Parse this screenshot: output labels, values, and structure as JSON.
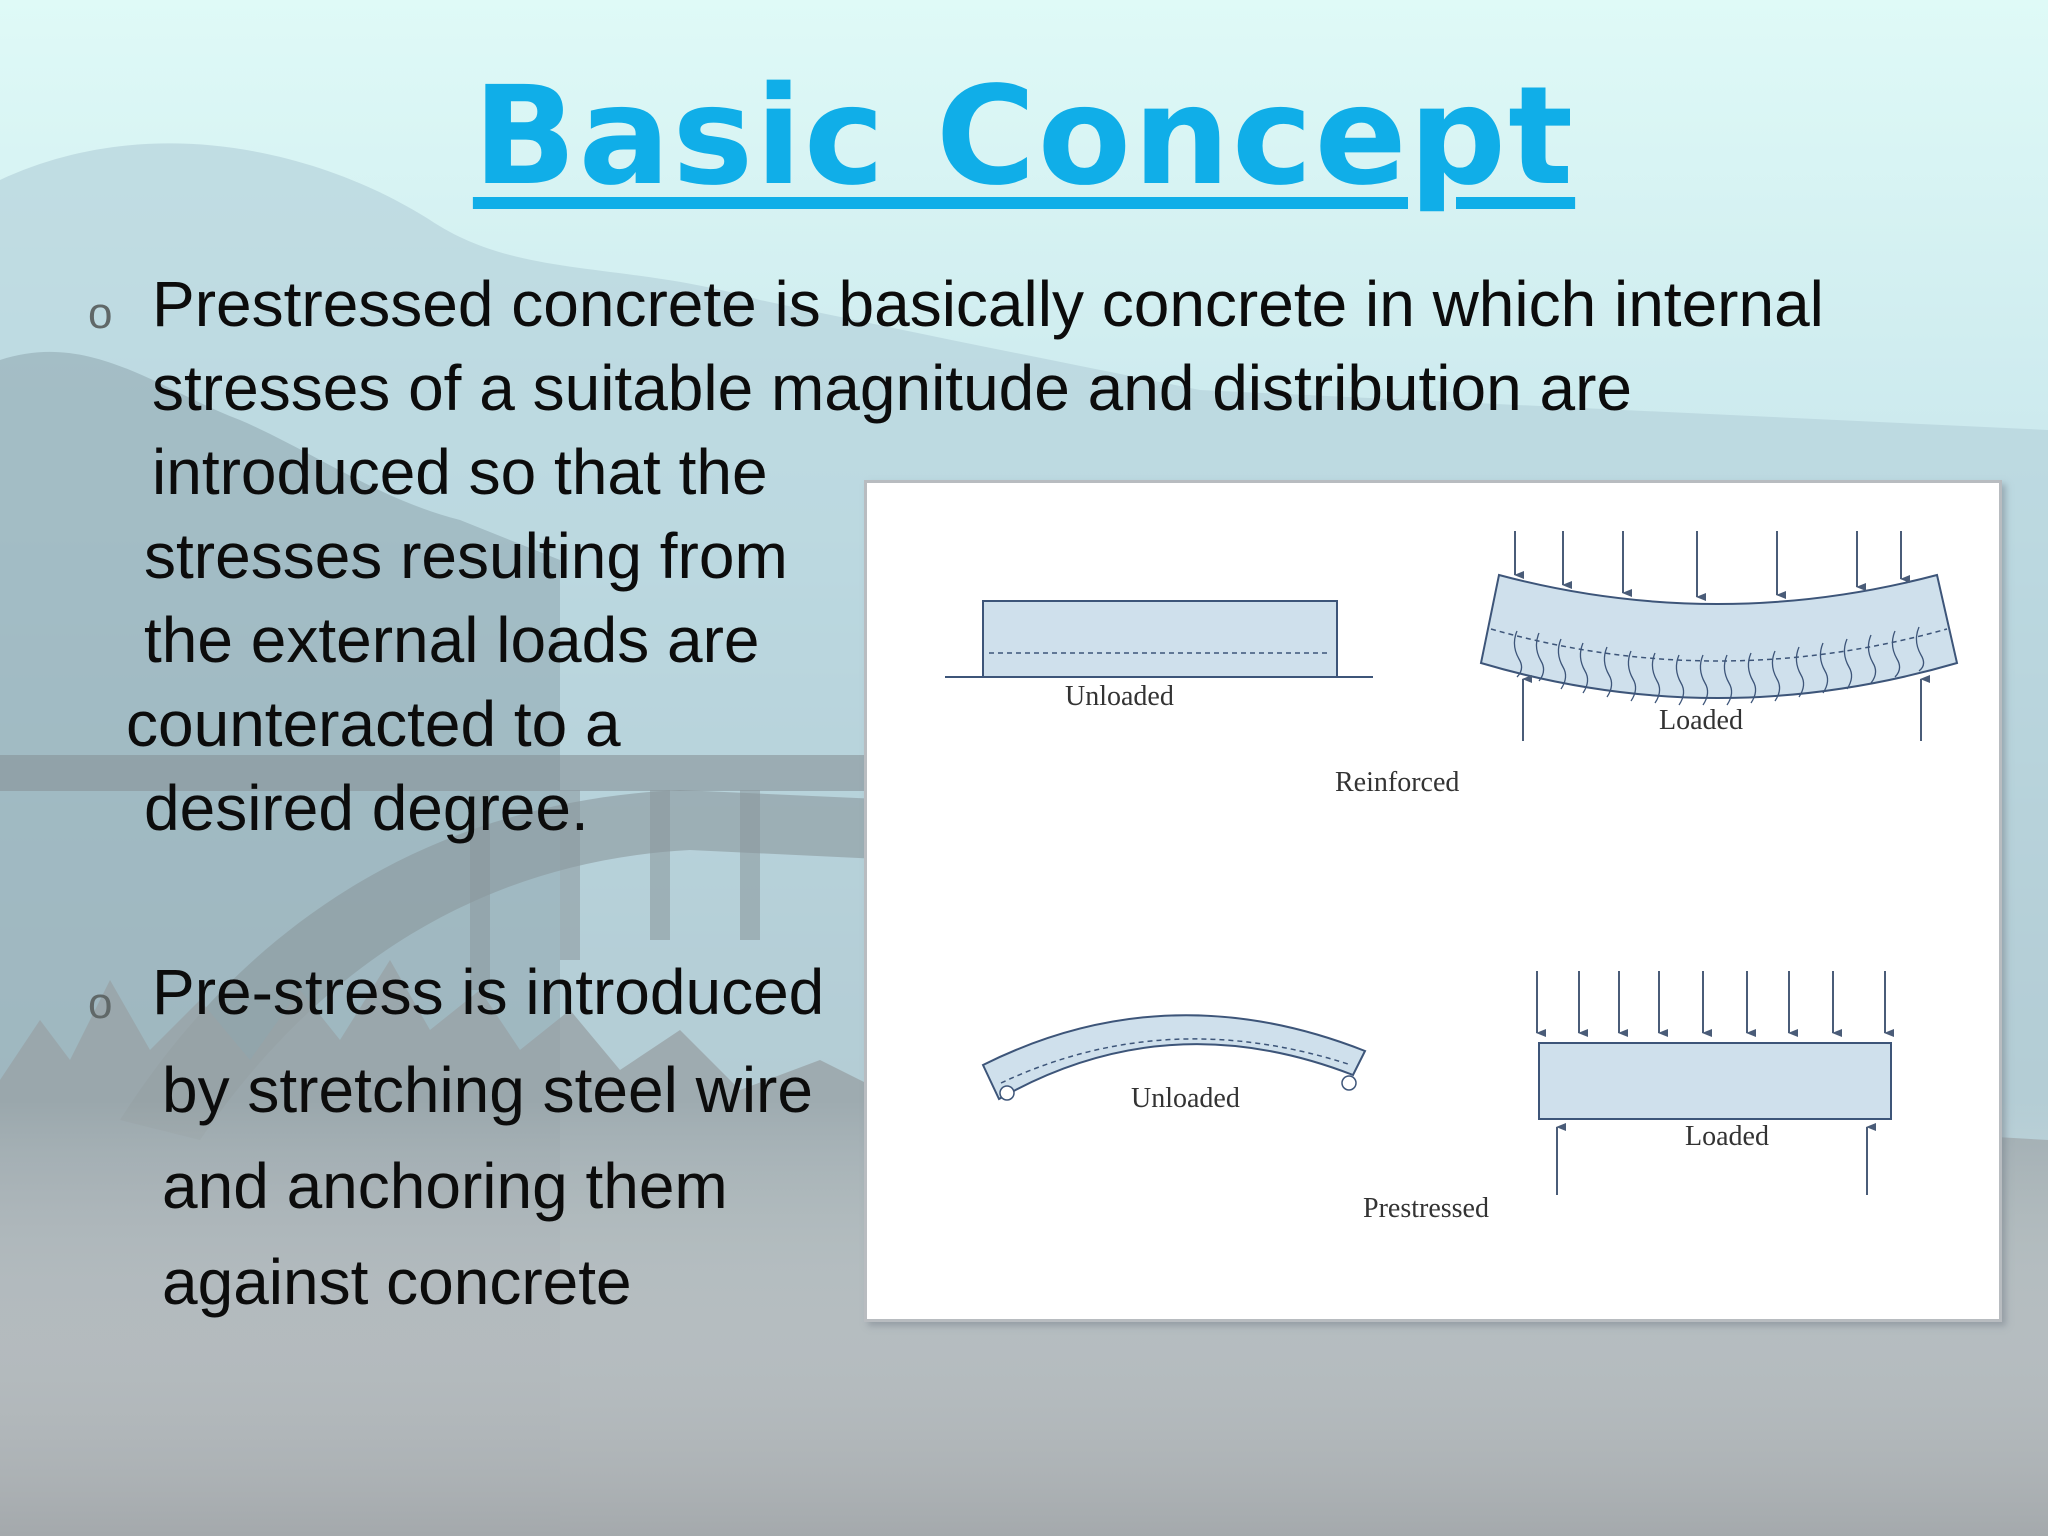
{
  "slide": {
    "title": "Basic Concept",
    "bullet_marker": "o",
    "bullets": [
      {
        "lines": [
          "Prestressed concrete is basically concrete in which  internal",
          "stresses of a suitable magnitude and  distribution are",
          "introduced so that the",
          "stresses  resulting from",
          "the external loads are",
          "counteracted  to a",
          "desired degree."
        ]
      },
      {
        "lines": [
          "Pre-stress is introduced",
          "by stretching steel wire",
          "and anchoring them",
          "against concrete"
        ]
      }
    ]
  },
  "figure": {
    "labels": {
      "reinforced_unloaded": "Unloaded",
      "reinforced_loaded": "Loaded",
      "reinforced_caption": "Reinforced",
      "prestressed_unloaded": "Unloaded",
      "prestressed_loaded": "Loaded",
      "prestressed_caption": "Prestressed"
    }
  },
  "colors": {
    "title": "#10aee8",
    "beam_fill": "#cfe0ec",
    "beam_stroke": "#3d5579"
  }
}
